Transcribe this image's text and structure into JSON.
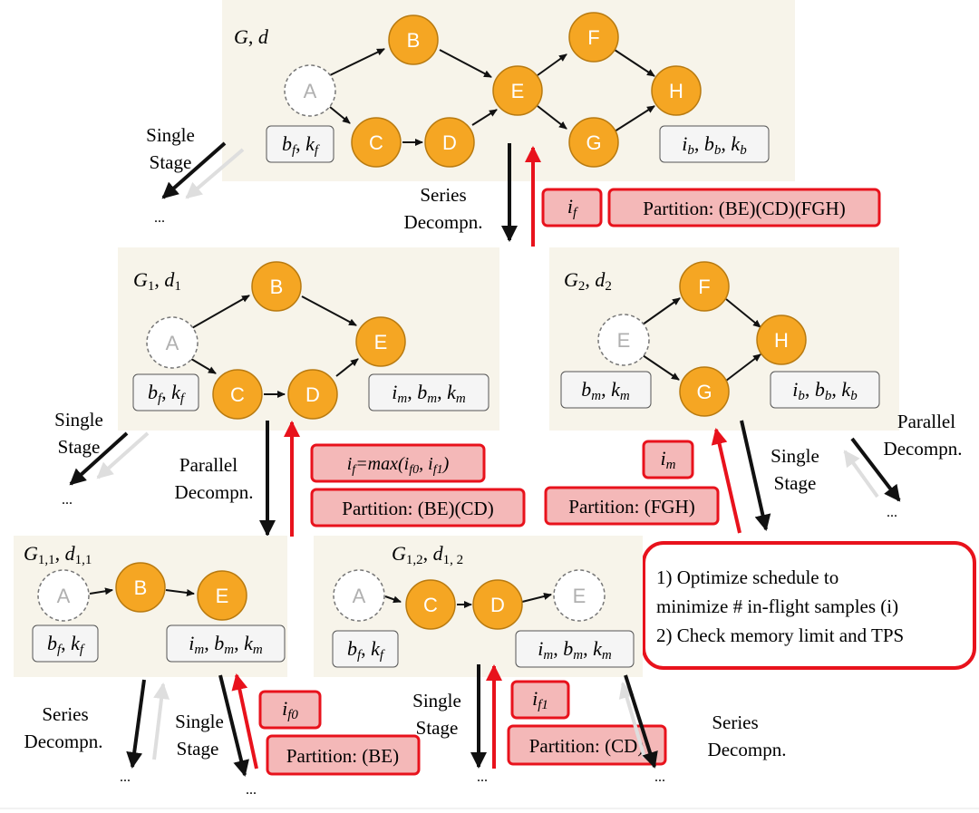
{
  "colors": {
    "panel": "#f7f4ea",
    "node_fill": "#f5a623",
    "node_stroke": "#b87a10",
    "ghost_stroke": "#777777",
    "ghost_text": "#b0b0b0",
    "red": "#e8121c",
    "pink": "#f4b8b8",
    "gray_arrow": "#dedede",
    "label_box": "#f5f5f5"
  },
  "panels": {
    "top": {
      "title_main": "G",
      "title_sub": "",
      "title_sep": ", ",
      "title_var": "d",
      "title_var_sub": "",
      "nodes": {
        "A": "A",
        "B": "B",
        "C": "C",
        "D": "D",
        "E": "E",
        "F": "F",
        "G": "G",
        "H": "H"
      },
      "box_left": {
        "t1": "b",
        "s1": "f",
        "sep": ", ",
        "t2": "k",
        "s2": "f"
      },
      "box_right": {
        "t1": "i",
        "s1": "b",
        "sep1": ", ",
        "t2": "b",
        "s2": "b",
        "sep2": ", ",
        "t3": "k",
        "s3": "b"
      }
    },
    "g1": {
      "title_main": "G",
      "title_sub": "1",
      "title_sep": ", ",
      "title_var": "d",
      "title_var_sub": "1",
      "nodes": {
        "A": "A",
        "B": "B",
        "C": "C",
        "D": "D",
        "E": "E"
      },
      "box_left": {
        "t1": "b",
        "s1": "f",
        "sep": ", ",
        "t2": "k",
        "s2": "f"
      },
      "box_right": {
        "t1": "i",
        "s1": "m",
        "sep1": ", ",
        "t2": "b",
        "s2": "m",
        "sep2": ", ",
        "t3": "k",
        "s3": "m"
      }
    },
    "g2": {
      "title_main": "G",
      "title_sub": "2",
      "title_sep": ", ",
      "title_var": "d",
      "title_var_sub": "2",
      "nodes": {
        "E": "E",
        "F": "F",
        "G": "G",
        "H": "H"
      },
      "box_left": {
        "t1": "b",
        "s1": "m",
        "sep": ", ",
        "t2": "k",
        "s2": "m"
      },
      "box_right": {
        "t1": "i",
        "s1": "b",
        "sep1": ", ",
        "t2": "b",
        "s2": "b",
        "sep2": ", ",
        "t3": "k",
        "s3": "b"
      }
    },
    "g11": {
      "title_main": "G",
      "title_sub": "1,1",
      "title_sep": ", ",
      "title_var": "d",
      "title_var_sub": "1,1",
      "nodes": {
        "A": "A",
        "B": "B",
        "E": "E"
      },
      "box_left": {
        "t1": "b",
        "s1": "f",
        "sep": ", ",
        "t2": "k",
        "s2": "f"
      },
      "box_right": {
        "t1": "i",
        "s1": "m",
        "sep1": ", ",
        "t2": "b",
        "s2": "m",
        "sep2": ", ",
        "t3": "k",
        "s3": "m"
      }
    },
    "g12": {
      "title_main": "G",
      "title_sub": "1,2",
      "title_sep": ", ",
      "title_var": "d",
      "title_var_sub": "1, 2",
      "nodes": {
        "A": "A",
        "C": "C",
        "D": "D",
        "E": "E"
      },
      "box_left": {
        "t1": "b",
        "s1": "f",
        "sep": ", ",
        "t2": "k",
        "s2": "f"
      },
      "box_right": {
        "t1": "i",
        "s1": "m",
        "sep1": ", ",
        "t2": "b",
        "s2": "m",
        "sep2": ", ",
        "t3": "k",
        "s3": "m"
      }
    }
  },
  "labels": {
    "single_stage": [
      "Single",
      "Stage"
    ],
    "series_decomp": [
      "Series",
      "Decompn."
    ],
    "parallel_decomp": [
      "Parallel",
      "Decompn."
    ],
    "ellipsis": "..."
  },
  "red_boxes": {
    "top_if": {
      "t": "i",
      "s": "f"
    },
    "top_partition": "Partition: (BE)(CD)(FGH)",
    "g1_if_max": {
      "t": "i",
      "s": "f",
      "rest": "=max(i",
      "s0": "f0",
      "comma": ", i",
      "s1": "f1",
      "close": ")"
    },
    "g1_partition": "Partition: (BE)(CD)",
    "g2_im": {
      "t": "i",
      "s": "m"
    },
    "g2_partition": "Partition: (FGH)",
    "g11_if0": {
      "t": "i",
      "s": "f0"
    },
    "g11_partition": "Partition: (BE)",
    "g12_if1": {
      "t": "i",
      "s": "f1"
    },
    "g12_partition": "Partition: (CD)"
  },
  "note": {
    "line1": "1) Optimize schedule to",
    "line2": "minimize # in-flight samples (i)",
    "line3": "2) Check memory limit and TPS"
  }
}
